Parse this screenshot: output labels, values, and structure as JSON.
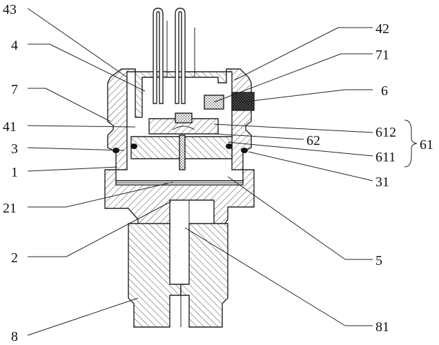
{
  "labels": {
    "l43": "43",
    "l4": "4",
    "l7": "7",
    "l41": "41",
    "l3": "3",
    "l1": "1",
    "l21": "21",
    "l2": "2",
    "l8": "8",
    "l42": "42",
    "l71": "71",
    "l6": "6",
    "l612": "612",
    "l62": "62",
    "l611": "611",
    "l61": "61",
    "l31": "31",
    "l5": "5",
    "l81": "81"
  }
}
